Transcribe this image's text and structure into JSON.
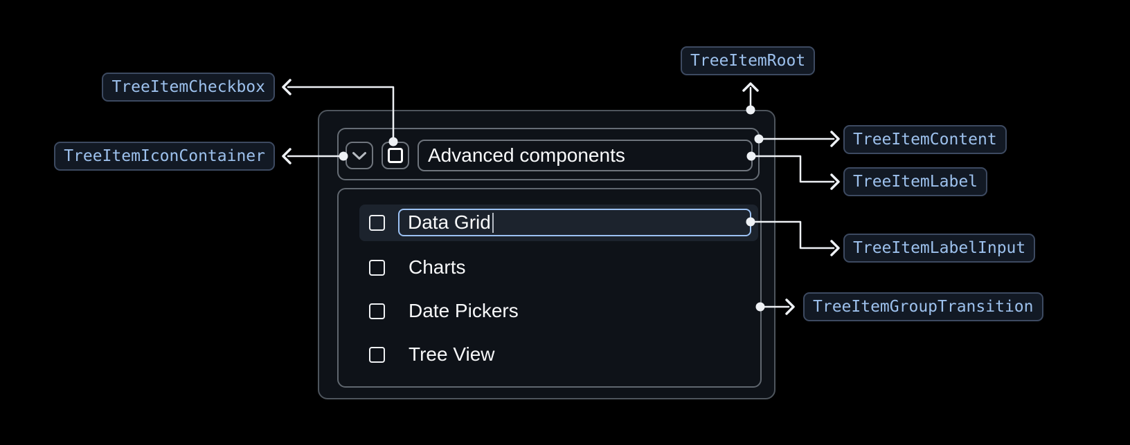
{
  "annotations": {
    "root": "TreeItemRoot",
    "checkbox": "TreeItemCheckbox",
    "icon_container": "TreeItemIconContainer",
    "content": "TreeItemContent",
    "label": "TreeItemLabel",
    "label_input": "TreeItemLabelInput",
    "group_transition": "TreeItemGroupTransition"
  },
  "tree": {
    "parent": {
      "label": "Advanced components",
      "expanded": true,
      "checked": false
    },
    "editing_item": {
      "input_value": "Data Grid",
      "checked": false
    },
    "items": [
      "Charts",
      "Date Pickers",
      "Tree View"
    ]
  },
  "colors": {
    "page_background": "#000000",
    "panel_background": "#0e1218",
    "panel_border": "#4e555d",
    "inner_border": "#6f757d",
    "group_border": "#60676f",
    "row_highlight": "#1c232d",
    "input_focus_border": "#9cc2f4",
    "checkbox": "#ffffff",
    "item_text": "#f7f8f9",
    "badge_background": "#121924",
    "badge_border": "#3d4a61",
    "badge_text": "#9dc1ed",
    "connector": "#eef1f5"
  }
}
